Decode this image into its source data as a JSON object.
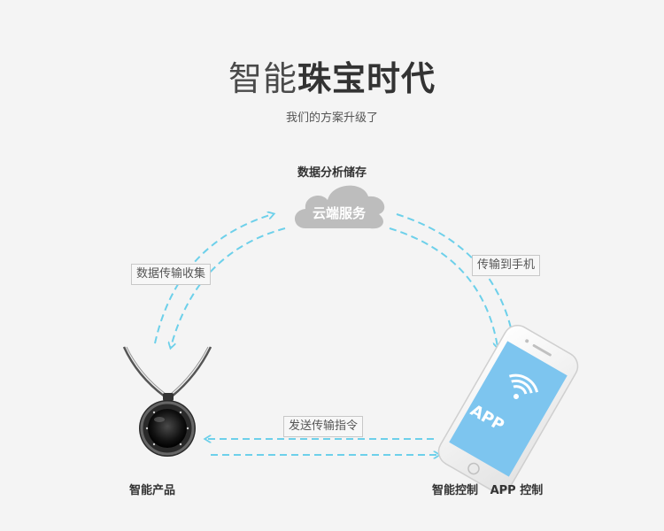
{
  "header": {
    "title_light": "智能",
    "title_bold": "珠宝时代",
    "subtitle": "我们的方案升级了"
  },
  "cloud": {
    "caption": "数据分析储存",
    "label": "云端服务"
  },
  "links": {
    "left": "数据传输收集",
    "right": "传输到手机",
    "bottom": "发送传输指令"
  },
  "product": {
    "caption": "智能产品"
  },
  "phone": {
    "caption": "智能控制   APP 控制",
    "app_label": "APP"
  },
  "colors": {
    "arrow": "#6dd0ea",
    "cloud": "#bdbdbd",
    "screen": "#7dc5ef"
  }
}
